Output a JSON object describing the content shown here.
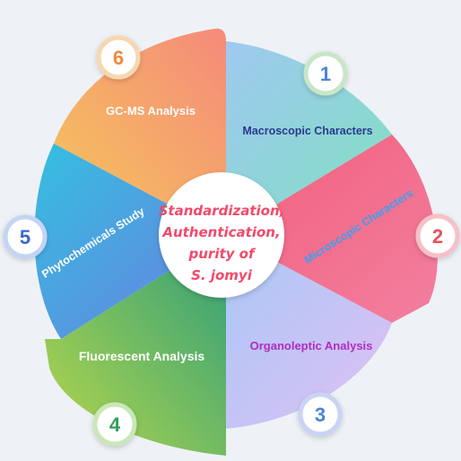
{
  "center": {
    "lines": [
      "Standardization,",
      "Authentication,",
      "purity  of",
      "S. jomyi"
    ]
  },
  "segments": [
    {
      "number": "1",
      "label": "Macroscopic Characters",
      "number_color": "#4a86d6"
    },
    {
      "number": "2",
      "label": "Microscopic Characters",
      "number_color": "#e8505b"
    },
    {
      "number": "3",
      "label": "Organoleptic Analysis",
      "number_color": "#4a86d6"
    },
    {
      "number": "4",
      "label": "Fluorescent Analysis",
      "number_color": "#2e9e5a"
    },
    {
      "number": "5",
      "label": "Phytochemicals  Study",
      "number_color": "#3b67c9"
    },
    {
      "number": "6",
      "label": "GC-MS Analysis",
      "number_color": "#f08a3c"
    }
  ]
}
